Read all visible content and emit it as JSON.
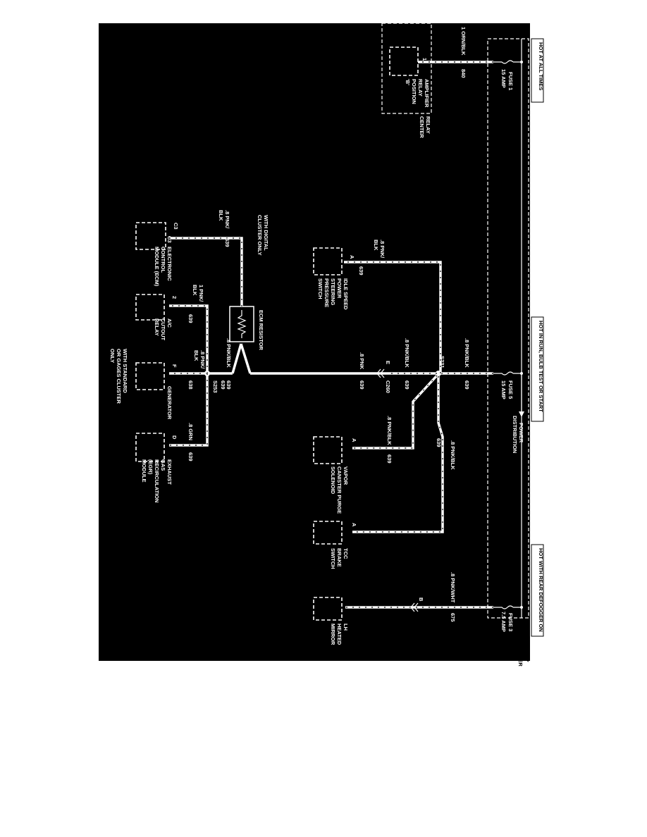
{
  "headers": {
    "hot_all_times": "HOT AT ALL TIMES",
    "hot_in_run": "HOT IN RUN, BULB TEST OR START",
    "hot_defogger": "HOT WITH REAR DEFOGGER ON"
  },
  "fuses": {
    "fuse1_name": "FUSE 1",
    "fuse1_rating": "15 AMP",
    "fuse5_name": "FUSE 5",
    "fuse5_rating": "15 AMP",
    "fuse3_name": "FUSE 3",
    "fuse3_rating": "7.5 AMP"
  },
  "relay_center": {
    "line1": "RELAY",
    "line2": "CENTER"
  },
  "power_distribution": {
    "line1": "POWER",
    "line2": "DISTRIBUTION"
  },
  "amplifier": {
    "line1": "AMPLIFIER",
    "line2": "RELAY",
    "line3": "POSITION",
    "line4": "'B'",
    "pin": "1",
    "wire_color": "1 ORN/BLK",
    "circuit": "840"
  },
  "splices": {
    "s231": "S231",
    "s253": "S253",
    "c260": "C260",
    "c260_pin": "E"
  },
  "wires": {
    "main_color_a": ".8 PNK/BLK",
    "main_circuit": "639",
    "c260_color": ".8 PNK/BLK",
    "ecm_feed_color": ".8 PNK",
    "ecm_feed_circuit": "639",
    "resistor_out_color": ".8 PNK/BLK",
    "resistor_out_circuit": "639",
    "idle_color": ".8 PNK/",
    "idle_color2": "BLK",
    "idle_circuit": "639",
    "vapor_color": ".8 PNK/BLK",
    "vapor_circuit": "639",
    "tcc_color": ".8 PNK/BLK",
    "tcc_circuit": "639",
    "mirror_color": ".8 PNK/WHT",
    "mirror_circuit": "675",
    "mirror_conn_pin": "B",
    "ecm_color": ".8 PNK/",
    "ecm_color2": "BLK",
    "ecm_circuit": "639",
    "ac_color": "1 PNK/",
    "ac_color2": "BLK",
    "ac_circuit": "639",
    "gen_color": ".8 PNK/",
    "gen_color2": "BLK",
    "gen_circuit": "638",
    "egr_color": ".8 GRN",
    "egr_circuit": "639",
    "s253_circuit": "639"
  },
  "components": {
    "idle": {
      "pin": "A",
      "l1": "IDLE SPEED",
      "l2": "POWER",
      "l3": "STEERING",
      "l4": "PRESSURE",
      "l5": "SWITCH"
    },
    "vapor": {
      "pin": "A",
      "l1": "VAPOR",
      "l2": "CANISTER PURGE",
      "l3": "SOLENOID"
    },
    "tcc": {
      "pin": "A",
      "l1": "TCC",
      "l2": "BRAKE",
      "l3": "SWITCH"
    },
    "mirror": {
      "pin": "B",
      "l1": "LH",
      "l2": "HEATED",
      "l3": "MIRROR"
    },
    "ecm": {
      "pin": "C3",
      "pin2": "C3",
      "l1": "ELECTRONIC",
      "l2": "CONTROL",
      "l3": "MODULE (ECM)"
    },
    "ac": {
      "pin": "2",
      "l1": "A/C",
      "l2": "CUTOUT",
      "l3": "RELAY"
    },
    "generator": {
      "pin": "F",
      "l1": "GENERATOR"
    },
    "egr": {
      "pin": "D",
      "l1": "EXHAUST",
      "l2": "GAS",
      "l3": "RECIRCULATION",
      "l4": "(EGR)",
      "l5": "MODULE"
    }
  },
  "ecm_resistor": "ECM RESISTOR",
  "notes": {
    "digital_l1": "WITH DIGITAL",
    "digital_l2": "CLUSTER ONLY",
    "std_l1": "WITH STANDARD",
    "std_l2": "OR GAGES CLUSTER",
    "std_l3": "ONLY"
  }
}
